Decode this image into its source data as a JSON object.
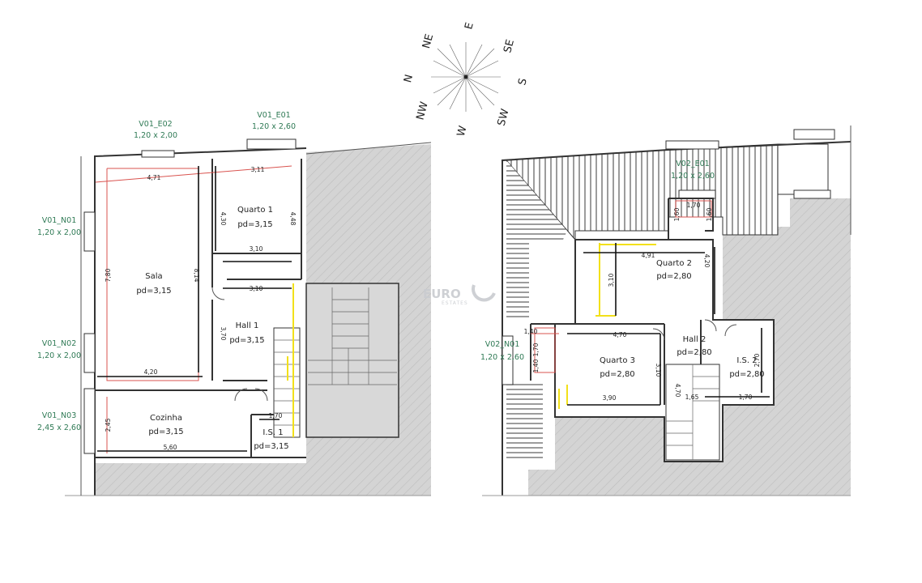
{
  "compass": {
    "labels": [
      "N",
      "NE",
      "E",
      "SE",
      "S",
      "SW",
      "W",
      "NW"
    ]
  },
  "logo": {
    "main": "EURO",
    "sub": "ESTATES"
  },
  "ground_floor": {
    "windows": [
      {
        "code": "V01_E02",
        "size": "1,20 x 2,00"
      },
      {
        "code": "V01_E01",
        "size": "1,20 x 2,60"
      },
      {
        "code": "V01_N01",
        "size": "1,20 x 2,00"
      },
      {
        "code": "V01_N02",
        "size": "1,20 x 2,00"
      },
      {
        "code": "V01_N03",
        "size": "2,45 x 2,60"
      }
    ],
    "rooms": [
      {
        "name": "Sala",
        "height": "pd=3,15"
      },
      {
        "name": "Quarto 1",
        "height": "pd=3,15"
      },
      {
        "name": "Hall 1",
        "height": "pd=3,15"
      },
      {
        "name": "Cozinha",
        "height": "pd=3,15"
      },
      {
        "name": "I.S. 1",
        "height": "pd=3,15"
      }
    ],
    "dimensions": [
      "4,71",
      "3,11",
      "4,30",
      "4,48",
      "3,10",
      "3,10",
      "7,80",
      "8,14",
      "3,70",
      "4,20",
      "2,45",
      "5,60",
      "1,70"
    ]
  },
  "upper_floor": {
    "windows": [
      {
        "code": "V02_E01",
        "size": "1,20 x 2,60"
      },
      {
        "code": "V02_N01",
        "size": "1,20 x 2,60"
      }
    ],
    "rooms": [
      {
        "name": "Quarto 2",
        "height": "pd=2,80"
      },
      {
        "name": "Quarto 3",
        "height": "pd=2,80"
      },
      {
        "name": "Hall 2",
        "height": "pd=2,80"
      },
      {
        "name": "I.S. 2",
        "height": "pd=2,80"
      }
    ],
    "dimensions": [
      "1,70",
      "1,60",
      "1,60",
      "4,91",
      "3,10",
      "4,20",
      "1,40",
      "4,70",
      "1,70",
      "1,40",
      "3,10",
      "2,70",
      "3,90",
      "4,70",
      "1,65",
      "1,70"
    ]
  }
}
